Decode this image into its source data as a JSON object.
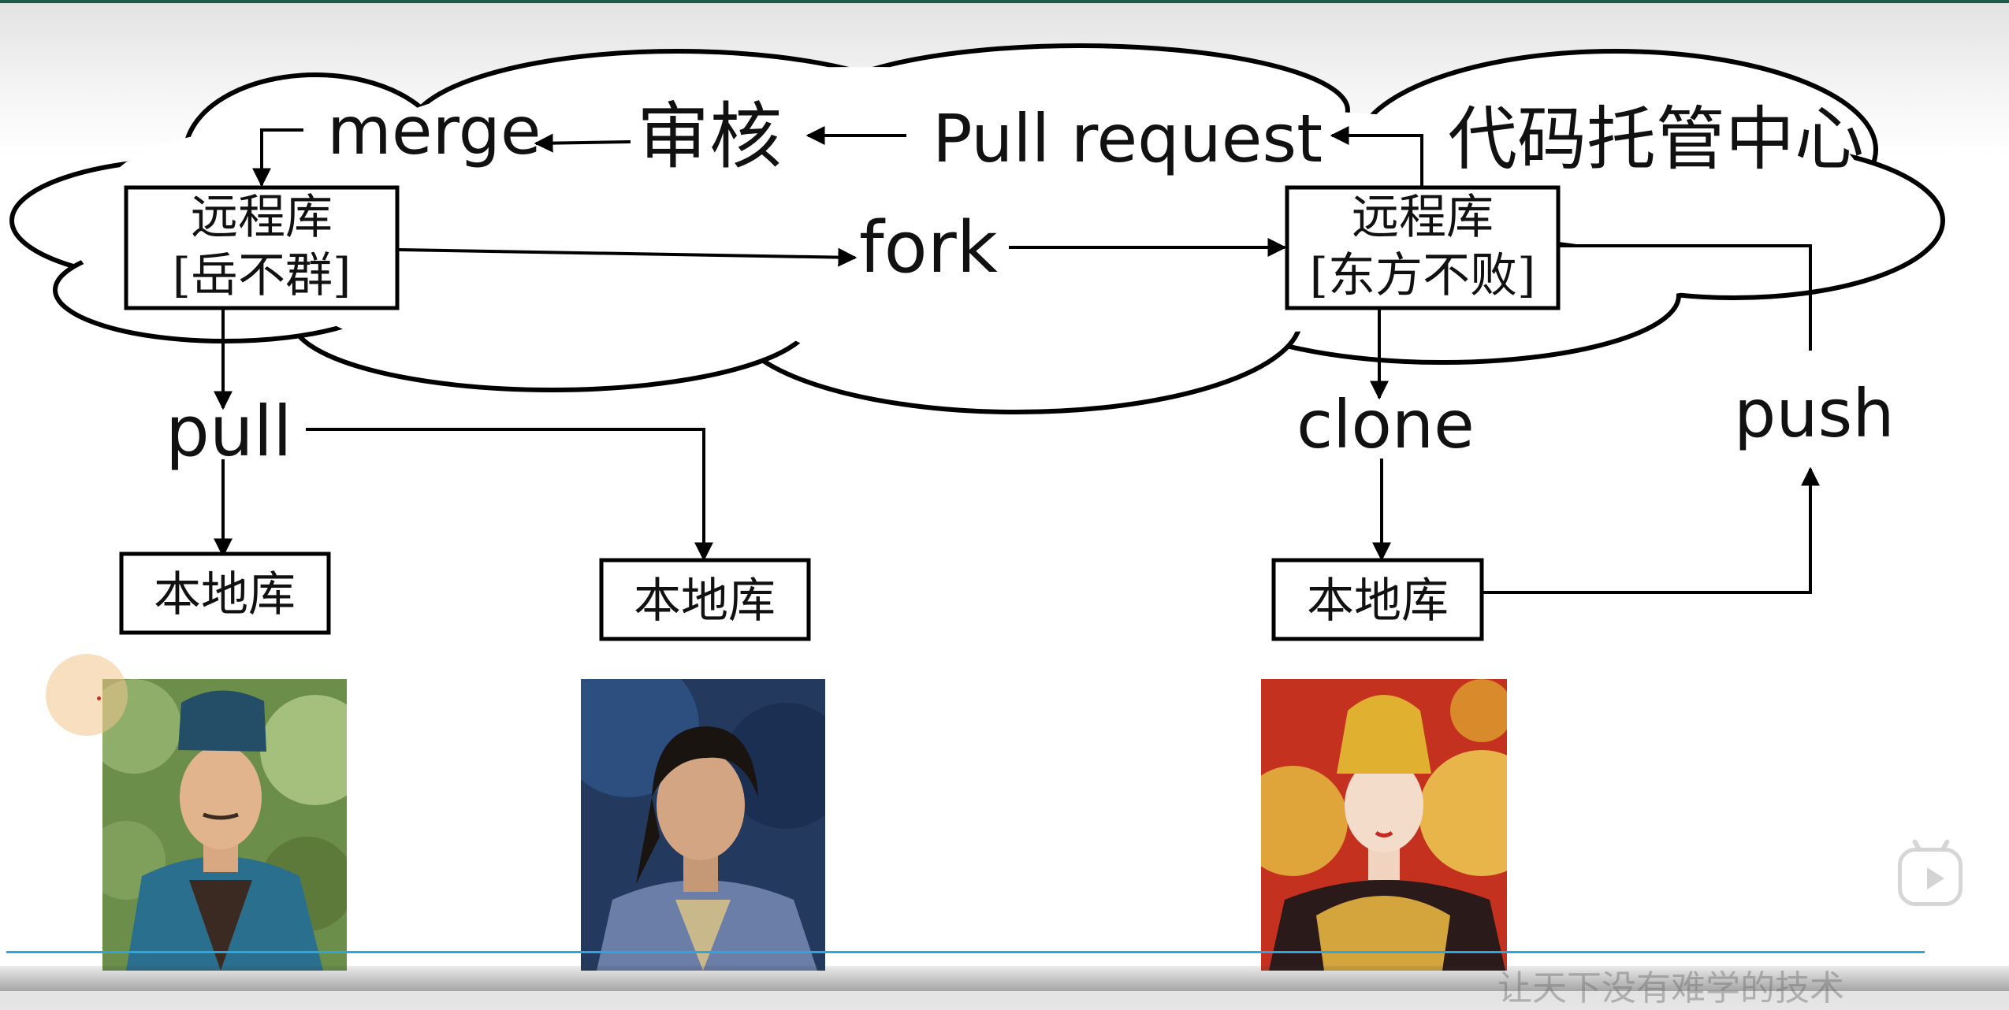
{
  "diagram": {
    "hub_label": "代码托管中心",
    "ops": {
      "merge": "merge",
      "review": "审核",
      "pull_request": "Pull request",
      "fork": "fork",
      "pull": "pull",
      "clone": "clone",
      "push": "push"
    },
    "remote_left": {
      "title": "远程库",
      "owner": "[岳不群]",
      "owner_color": "#1a6fbf"
    },
    "remote_right": {
      "title": "远程库",
      "owner": "[东方不败]",
      "owner_color": "#e0301e"
    },
    "local_label": "本地库",
    "text_color": "#111111"
  },
  "watermark": "让天下没有难学的技术"
}
